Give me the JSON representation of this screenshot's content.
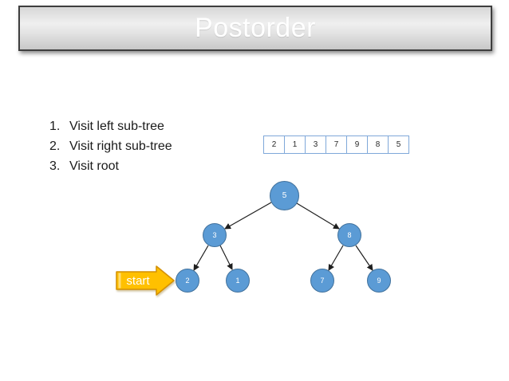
{
  "title": "Postorder",
  "steps": [
    {
      "num": "1.",
      "text": "Visit left sub-tree"
    },
    {
      "num": "2.",
      "text": "Visit right sub-tree"
    },
    {
      "num": "3.",
      "text": "Visit root"
    }
  ],
  "array": {
    "values": [
      "2",
      "1",
      "3",
      "7",
      "9",
      "8",
      "5"
    ]
  },
  "tree": {
    "nodes": [
      {
        "value": "5"
      },
      {
        "value": "3"
      },
      {
        "value": "8"
      },
      {
        "value": "2"
      },
      {
        "value": "1"
      },
      {
        "value": "7"
      },
      {
        "value": "9"
      }
    ],
    "edges": [
      [
        "5",
        "3"
      ],
      [
        "5",
        "8"
      ],
      [
        "3",
        "2"
      ],
      [
        "3",
        "1"
      ],
      [
        "8",
        "7"
      ],
      [
        "8",
        "9"
      ]
    ]
  },
  "start_arrow": {
    "label": "start"
  },
  "colors": {
    "node_fill": "#5b9bd5",
    "node_border": "#41719c",
    "array_border": "#7fa8d9",
    "arrow_fill": "#ffc000",
    "arrow_border": "#d49000",
    "banner_border": "#3e3e3e",
    "edge_color": "#1f1f1f"
  }
}
